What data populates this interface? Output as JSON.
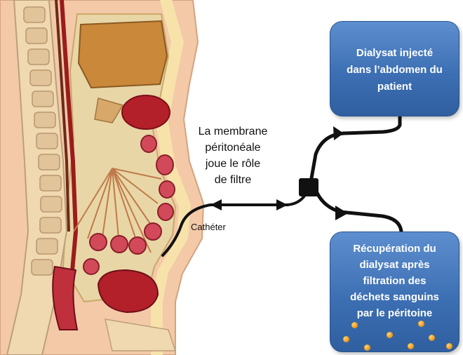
{
  "labels": {
    "membrane": [
      "La membrane",
      "péritonéale",
      "joue le rôle",
      "de filtre"
    ],
    "catheter": "Cathéter"
  },
  "boxes": {
    "top": [
      "Dialysat injecté",
      "dans l’abdomen du",
      "patient"
    ],
    "bottom": [
      "Récupération du",
      "dialysat après",
      "filtration des",
      "déchets sanguins",
      "par le péritoine"
    ]
  },
  "colors": {
    "box_fill": "#3d6fb4",
    "box_text": "#ffffff",
    "particle": "#f0a020",
    "tube": "#111111"
  }
}
